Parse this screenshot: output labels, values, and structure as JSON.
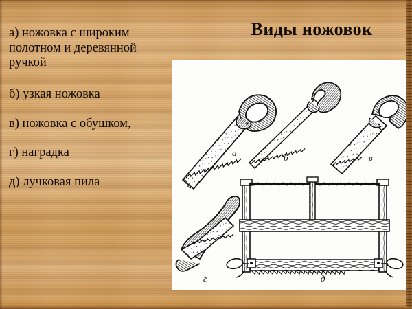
{
  "slide": {
    "title": "Виды ножовок",
    "background": "wood-texture",
    "wood_colors": {
      "light": "#e4bb88",
      "mid": "#d8a869",
      "dark": "#c9934f",
      "edge": "#8a5b28"
    },
    "text_color": "#120b04",
    "panel_background": "#fdfdfb"
  },
  "list": {
    "items": [
      "а) ножовка с широким полотном и деревянной ручкой",
      "б) узкая ножовка",
      "в) ножовка с обушком,",
      "г) наградка",
      "д) лучковая пила"
    ]
  },
  "illustration": {
    "caption_labels": [
      "а",
      "б",
      "в",
      "г",
      "д"
    ],
    "figures": [
      {
        "key": "а",
        "name": "wide-blade-handsaw-with-wooden-handle",
        "label": "а"
      },
      {
        "key": "б",
        "name": "narrow-handsaw",
        "label": "б"
      },
      {
        "key": "в",
        "name": "back-saw",
        "label": "в"
      },
      {
        "key": "г",
        "name": "grooving-saw-nagradka",
        "label": "г"
      },
      {
        "key": "д",
        "name": "bow-saw",
        "label": "д"
      }
    ]
  }
}
